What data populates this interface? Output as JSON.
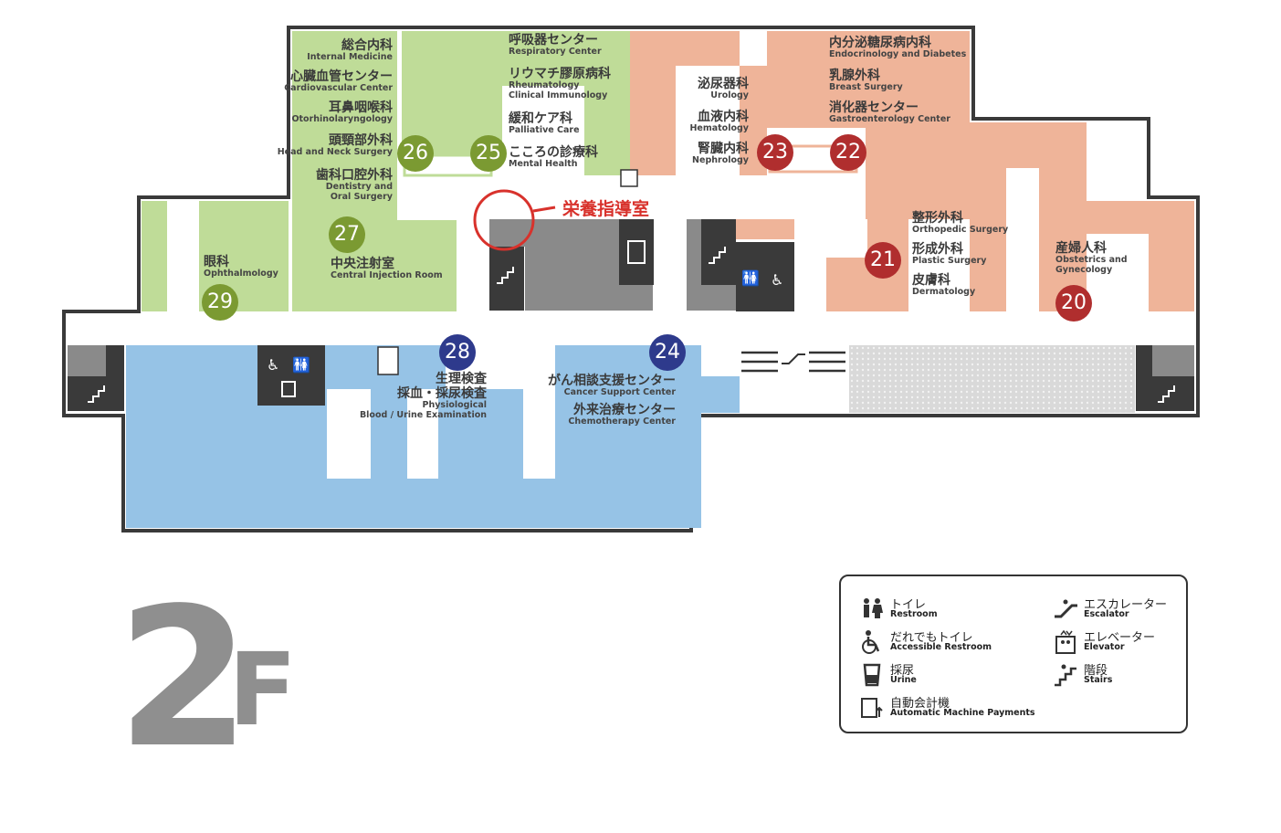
{
  "floor": {
    "number": "2",
    "suffix": "F"
  },
  "highlight": {
    "label": "栄養指導室"
  },
  "departments": {
    "internal_medicine": {
      "jp": "総合内科",
      "en": "Internal Medicine"
    },
    "cardiovascular": {
      "jp": "心臓血管センター",
      "en": "Cardiovascular Center"
    },
    "otorhino": {
      "jp": "耳鼻咽喉科",
      "en": "Otorhinolaryngology"
    },
    "head_neck": {
      "jp": "頭頸部外科",
      "en": "Head and Neck Surgery"
    },
    "dentistry": {
      "jp": "歯科口腔外科",
      "en1": "Dentistry and",
      "en2": "Oral Surgery"
    },
    "respiratory": {
      "jp": "呼吸器センター",
      "en": "Respiratory  Center"
    },
    "rheumatology": {
      "jp": "リウマチ膠原病科",
      "en1": "Rheumatology",
      "en2": "Clinical Immunology"
    },
    "palliative": {
      "jp": "緩和ケア科",
      "en": "Palliative Care"
    },
    "mental": {
      "jp": "こころの診療科",
      "en": "Mental Health"
    },
    "urology": {
      "jp": "泌尿器科",
      "en": "Urology"
    },
    "hematology": {
      "jp": "血液内科",
      "en": "Hematology"
    },
    "nephrology": {
      "jp": "腎臓内科",
      "en": "Nephrology"
    },
    "endocrinology": {
      "jp": "内分泌糖尿病内科",
      "en": "Endocrinology and Diabetes"
    },
    "breast": {
      "jp": "乳腺外科",
      "en": "Breast Surgery"
    },
    "gastro": {
      "jp": "消化器センター",
      "en": "Gastroenterology Center"
    },
    "orthopedic": {
      "jp": "整形外科",
      "en": "Orthopedic Surgery"
    },
    "plastic": {
      "jp": "形成外科",
      "en": "Plastic Surgery"
    },
    "dermatology": {
      "jp": "皮膚科",
      "en": "Dermatology"
    },
    "obstetrics": {
      "jp": "産婦人科",
      "en1": "Obstetrics and",
      "en2": "Gynecology"
    },
    "ophthalmology": {
      "jp": "眼科",
      "en": "Ophthalmology"
    },
    "injection": {
      "jp": "中央注射室",
      "en": "Central Injection Room"
    },
    "physiological": {
      "jp1": "生理検査",
      "jp2": "採血・採尿検査",
      "en1": "Physiological",
      "en2": "Blood / Urine Examination"
    },
    "cancer_support": {
      "jp": "がん相談支援センター",
      "en": "Cancer Support Center"
    },
    "chemotherapy": {
      "jp": "外来治療センター",
      "en": "Chemotherapy Center"
    }
  },
  "badges": {
    "b20": "20",
    "b21": "21",
    "b22": "22",
    "b23": "23",
    "b24": "24",
    "b25": "25",
    "b26": "26",
    "b27": "27",
    "b28": "28",
    "b29": "29"
  },
  "legend": {
    "restroom": {
      "jp": "トイレ",
      "en": "Restroom",
      "icon": "restroom-icon"
    },
    "accessible": {
      "jp": "だれでもトイレ",
      "en": "Accessible Restroom",
      "icon": "wheelchair-icon"
    },
    "urine": {
      "jp": "採尿",
      "en": "Urine",
      "icon": "urine-cup-icon"
    },
    "payment": {
      "jp": "自動会計機",
      "en": "Automatic Machine Payments",
      "icon": "payment-machine-icon"
    },
    "escalator": {
      "jp": "エスカレーター",
      "en": "Escalator",
      "icon": "escalator-icon"
    },
    "elevator": {
      "jp": "エレベーター",
      "en": "Elevator",
      "icon": "elevator-icon"
    },
    "stairs": {
      "jp": "階段",
      "en": "Stairs",
      "icon": "stairs-icon"
    }
  },
  "colors": {
    "green": "#bfdc98",
    "salmon": "#efb499",
    "blue": "#96c3e6",
    "gray": "#8a8a8a",
    "dark": "#3a3a3a",
    "badge_green": "#7b9a32",
    "badge_red": "#b02e2e",
    "badge_blue": "#2e3a8c",
    "highlight": "#d8322c"
  }
}
